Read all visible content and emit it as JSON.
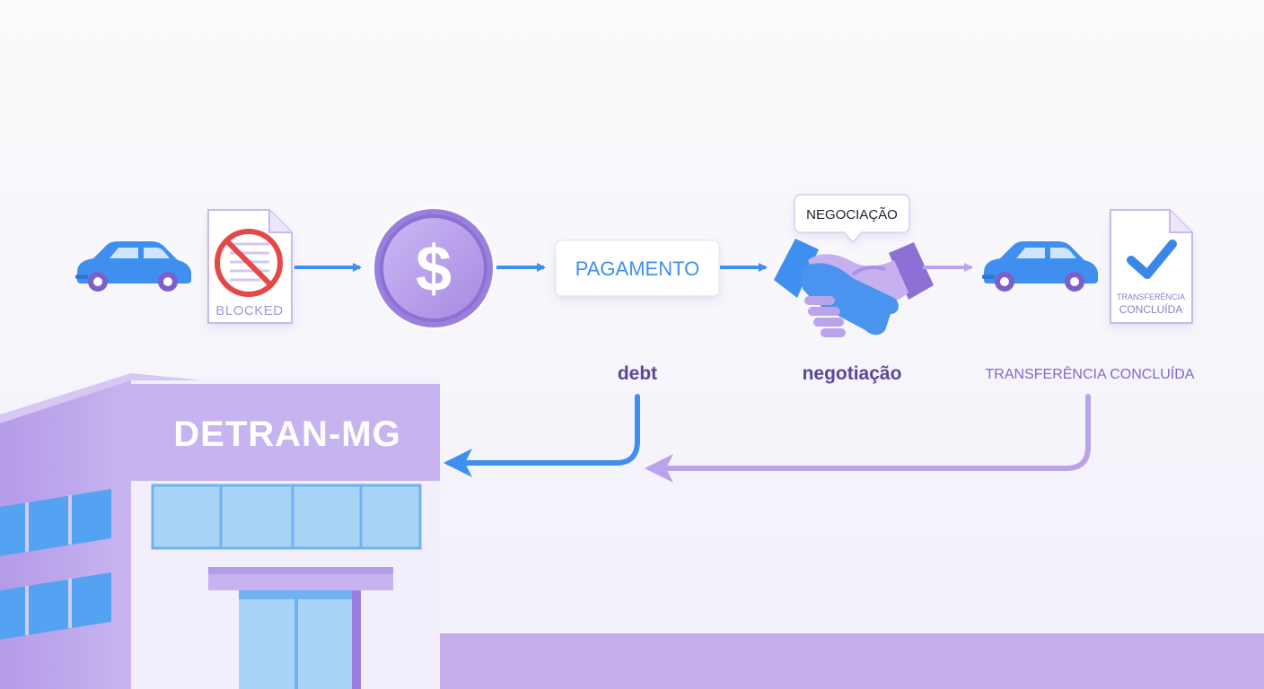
{
  "labels": {
    "blocked": "BLOCKED",
    "pagamento": "PAGAMENTO",
    "negociacao_bubble": "NEGOCIAÇÃO",
    "doc_done_line1": "TRANSFERÊNCIA",
    "doc_done_line2": "CONCLUÍDA",
    "caption_debt": "debt",
    "caption_negotiation": "negotiação",
    "caption_transfer": "TRANSFERÊNCIA CONCLUÍDA",
    "building_sign": "DETRAN-MG"
  },
  "colors": {
    "blue": "#3f8ff0",
    "lavender": "#b9a3ea",
    "purple": "#8f74d6",
    "red": "#e64848",
    "check": "#3b87e8",
    "caption_dark": "#5b4796",
    "caption_transfer": "#8467c9",
    "building_top": "#c6b3ef",
    "building_body": "#f3eefb",
    "ground": "#c3aeea"
  },
  "icons": [
    "car-icon",
    "blocked-document-icon",
    "dollar-coin-icon",
    "handshake-icon",
    "car-icon",
    "check-document-icon",
    "building-icon"
  ]
}
